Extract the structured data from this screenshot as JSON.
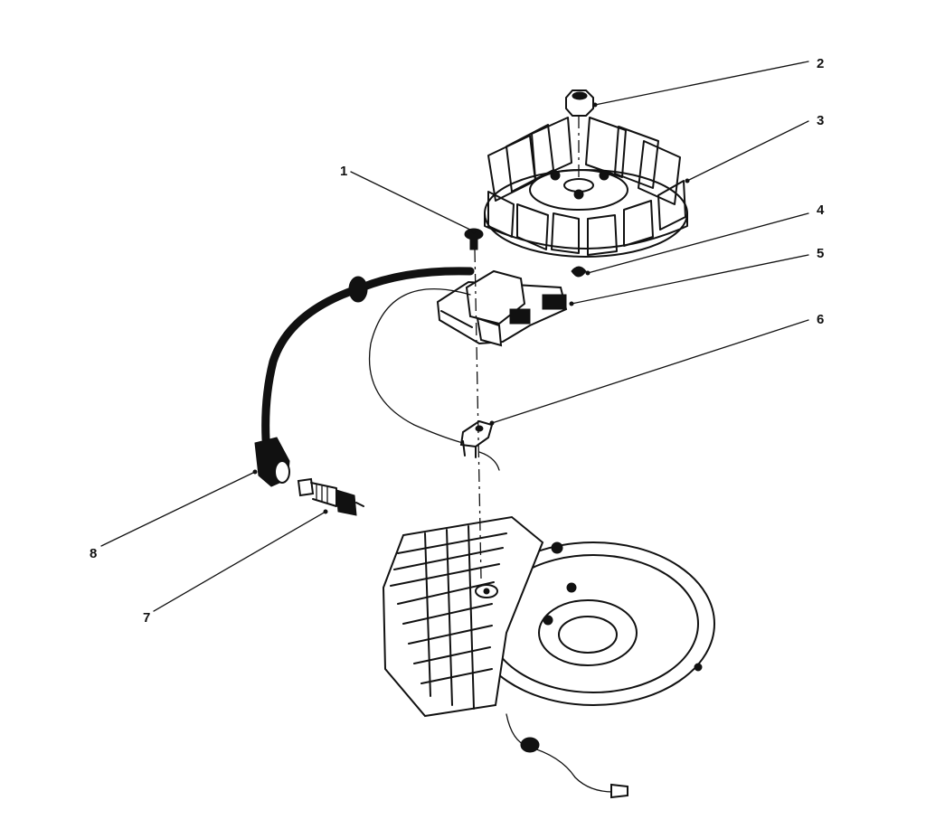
{
  "callouts": [
    {
      "id": "1",
      "text": "1"
    },
    {
      "id": "2",
      "text": "2"
    },
    {
      "id": "3",
      "text": "3"
    },
    {
      "id": "4",
      "text": "4"
    },
    {
      "id": "5",
      "text": "5"
    },
    {
      "id": "6",
      "text": "6"
    },
    {
      "id": "7",
      "text": "7"
    },
    {
      "id": "8",
      "text": "8"
    }
  ],
  "colors": {
    "ink": "#111111",
    "background": "#ffffff"
  }
}
